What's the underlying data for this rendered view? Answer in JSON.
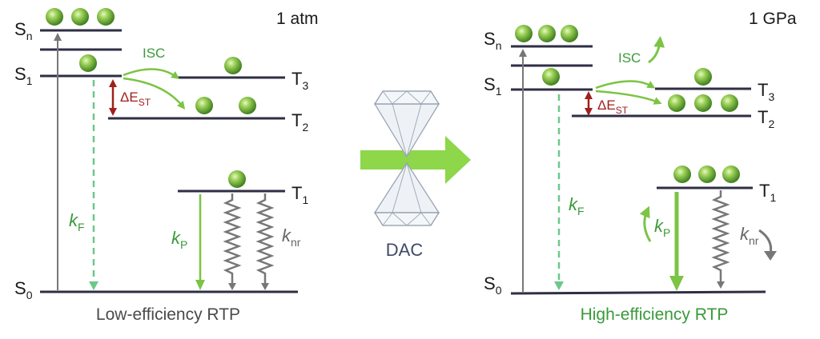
{
  "left_panel": {
    "condition": "1 atm",
    "caption": "Low-efficiency RTP",
    "levels": {
      "Sn": {
        "main": "S",
        "sub": "n"
      },
      "S1": {
        "main": "S",
        "sub": "1"
      },
      "S0": {
        "main": "S",
        "sub": "0"
      },
      "T3": {
        "main": "T",
        "sub": "3"
      },
      "T2": {
        "main": "T",
        "sub": "2"
      },
      "T1": {
        "main": "T",
        "sub": "1"
      }
    },
    "isc": "ISC",
    "dest": {
      "main": "ΔE",
      "sub": "ST"
    },
    "kF": {
      "main": "k",
      "sub": "F"
    },
    "kP": {
      "main": "k",
      "sub": "P"
    },
    "knr": {
      "main": "k",
      "sub": "nr"
    }
  },
  "right_panel": {
    "condition": "1 GPa",
    "caption": "High-efficiency RTP",
    "levels": {
      "Sn": {
        "main": "S",
        "sub": "n"
      },
      "S1": {
        "main": "S",
        "sub": "1"
      },
      "S0": {
        "main": "S",
        "sub": "0"
      },
      "T3": {
        "main": "T",
        "sub": "3"
      },
      "T2": {
        "main": "T",
        "sub": "2"
      },
      "T1": {
        "main": "T",
        "sub": "1"
      }
    },
    "isc": "ISC",
    "dest": {
      "main": "ΔE",
      "sub": "ST"
    },
    "kF": {
      "main": "k",
      "sub": "F"
    },
    "kP": {
      "main": "k",
      "sub": "P"
    },
    "knr": {
      "main": "k",
      "sub": "nr"
    }
  },
  "center": {
    "label": "DAC"
  },
  "colors": {
    "level_line": "#2e2e44",
    "green": "#7cc444",
    "dark_red": "#a0201c",
    "grey": "#777777"
  }
}
